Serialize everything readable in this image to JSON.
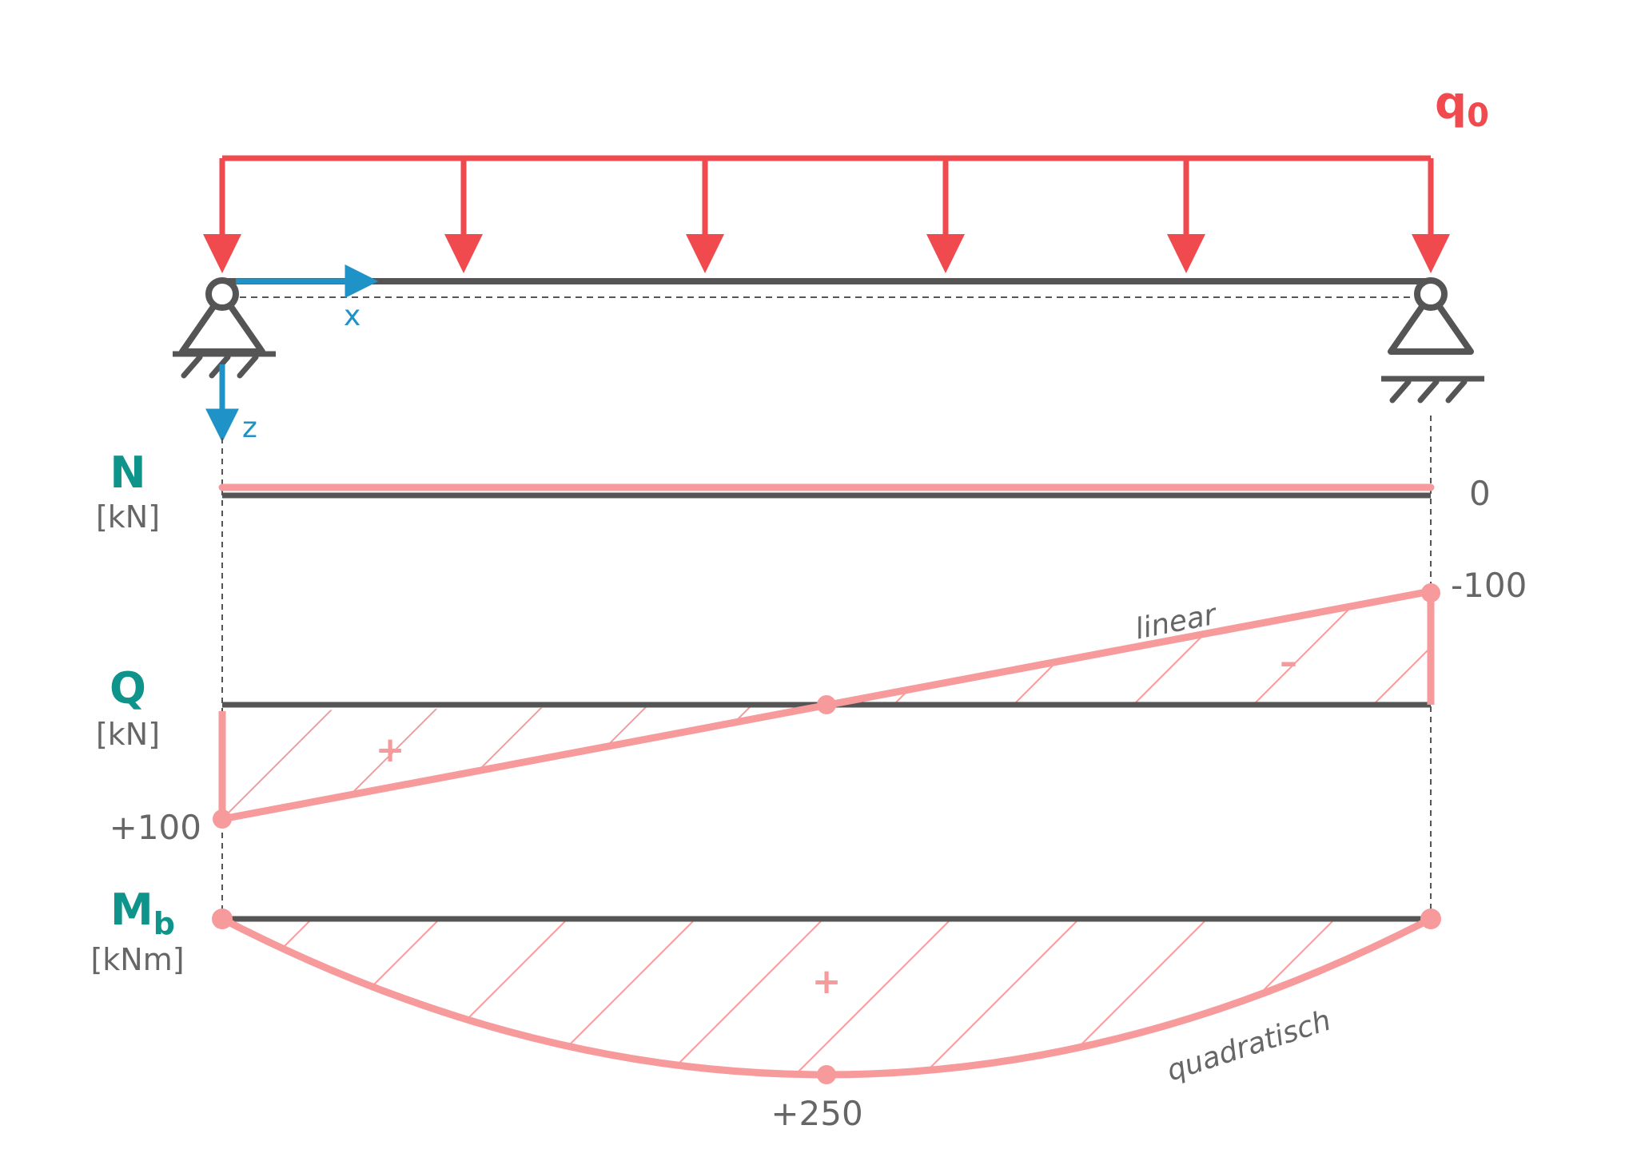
{
  "load": {
    "label": "q",
    "subscript": "0"
  },
  "coords": {
    "x": "x",
    "z": "z"
  },
  "diagrams": {
    "N": {
      "label": "N",
      "unit": "[kN]",
      "value": "0"
    },
    "Q": {
      "label": "Q",
      "unit": "[kN]",
      "left_value": "+100",
      "right_value": "-100",
      "shape": "linear",
      "sign_pos": "+",
      "sign_neg": "–"
    },
    "M": {
      "label": "M",
      "subscript": "b",
      "unit": "[kNm]",
      "max_value": "+250",
      "shape": "quadratisch",
      "sign": "+"
    }
  },
  "colors": {
    "load": "#f04a4f",
    "beam": "#555555",
    "result": "#f79a9b",
    "coords": "#1f93c7",
    "label": "#0e948a",
    "text": "#666666"
  }
}
